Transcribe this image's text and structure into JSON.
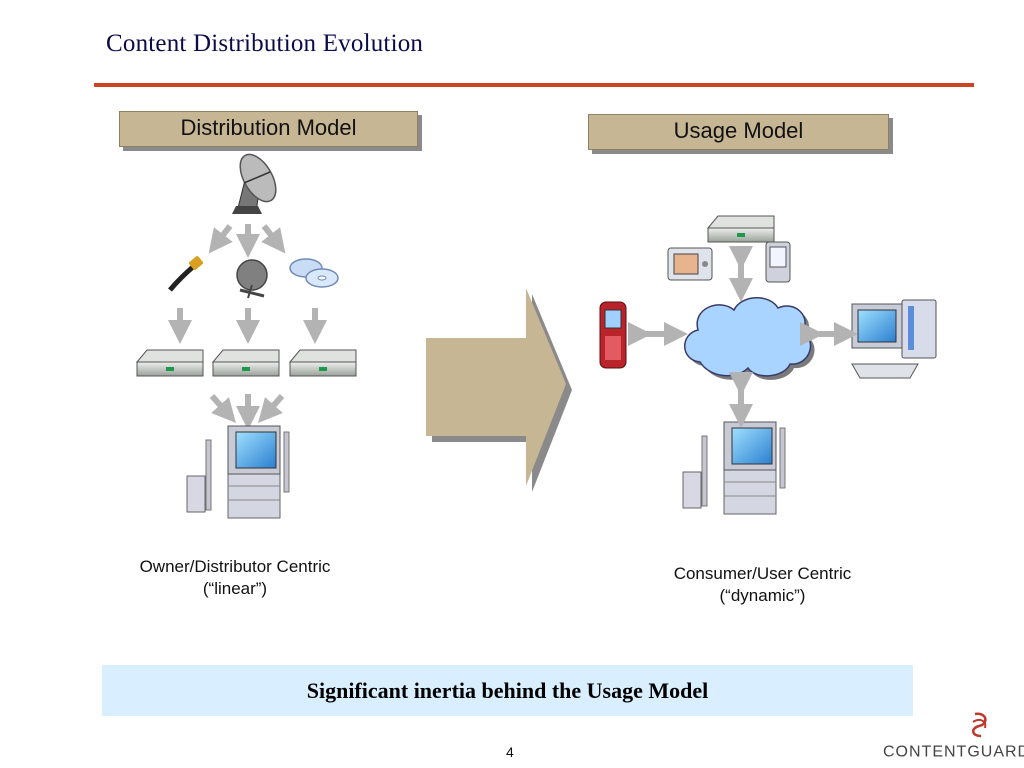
{
  "slide": {
    "title": "Content Distribution Evolution",
    "page_number": "4"
  },
  "distribution_model": {
    "header": "Distribution Model",
    "caption_line1": "Owner/Distributor Centric",
    "caption_line2": "(“linear”)"
  },
  "usage_model": {
    "header": "Usage Model",
    "caption_line1": "Consumer/User Centric",
    "caption_line2": "(“dynamic”)"
  },
  "banner": {
    "text": "Significant inertia behind the Usage Model"
  },
  "logo": {
    "text": "CONTENTGUARD",
    "trademark": "®"
  },
  "colors": {
    "title": "#0b0b4a",
    "rule": "#cc4422",
    "header_fill": "#c7b694",
    "banner_fill": "#d9efff",
    "cloud_fill": "#a8d4ff",
    "arrow": "#b3b3b3",
    "logo_red": "#c0392b"
  }
}
